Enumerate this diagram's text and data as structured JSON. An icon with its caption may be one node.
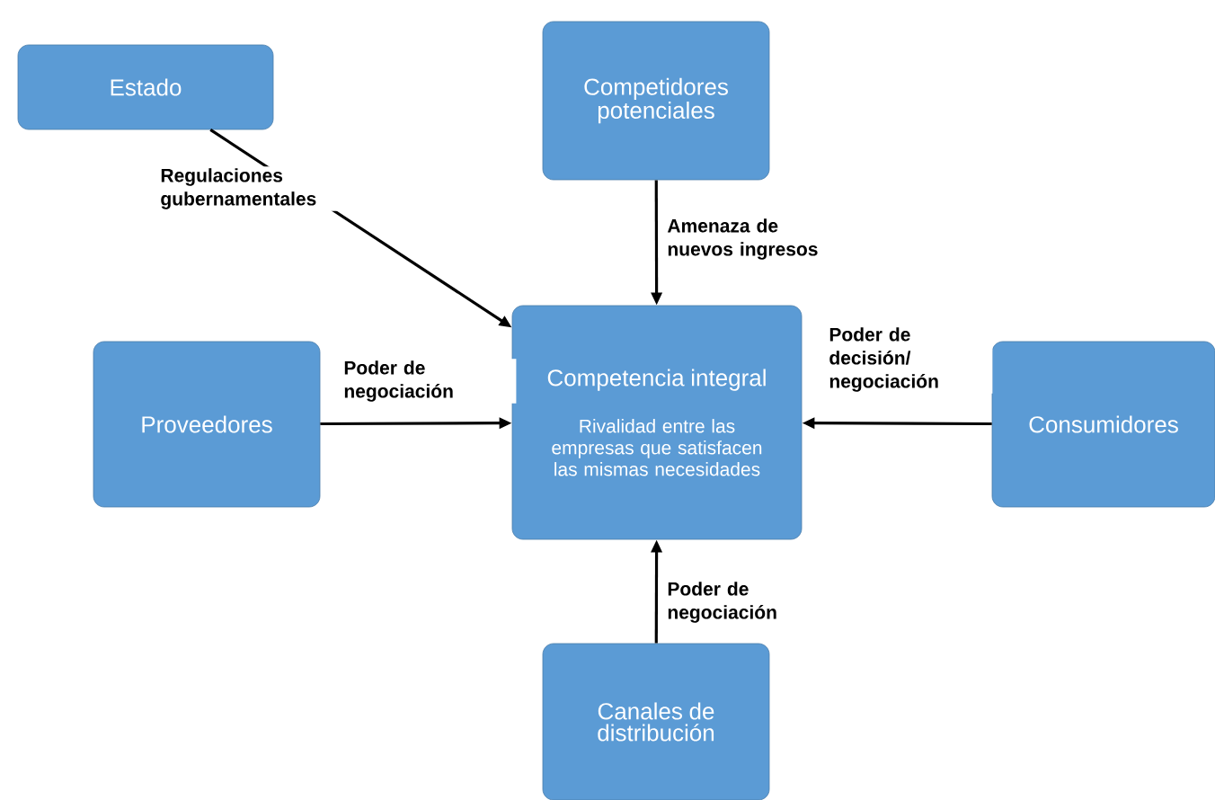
{
  "diagram": {
    "nodes": [
      {
        "text": [
          "Estado"
        ]
      },
      {
        "text": [
          "Competidores potenciales"
        ]
      },
      {
        "text": [
          "Competencia integral",
          "Rivalidad entre las empresas que satisfacen las mismas necesidades"
        ]
      },
      {
        "text": [
          "Proveedores"
        ]
      },
      {
        "text": [
          "Consumidores"
        ]
      },
      {
        "text": [
          "Canales de distribución"
        ]
      }
    ],
    "edges": [
      {
        "from": 0,
        "to": 2,
        "arrow": "to",
        "label": "Regulaciones gubernamentales"
      },
      {
        "from": 1,
        "to": 2,
        "arrow": "to",
        "label": "Amenaza de nuevos ingresos"
      },
      {
        "from": 3,
        "to": 2,
        "arrow": "to",
        "label": "Poder de negociación"
      },
      {
        "from": 4,
        "to": 2,
        "arrow": "to",
        "label": "Poder de decisión/ negociación"
      },
      {
        "from": 5,
        "to": 2,
        "arrow": "to",
        "label": "Poder de negociación"
      }
    ]
  }
}
